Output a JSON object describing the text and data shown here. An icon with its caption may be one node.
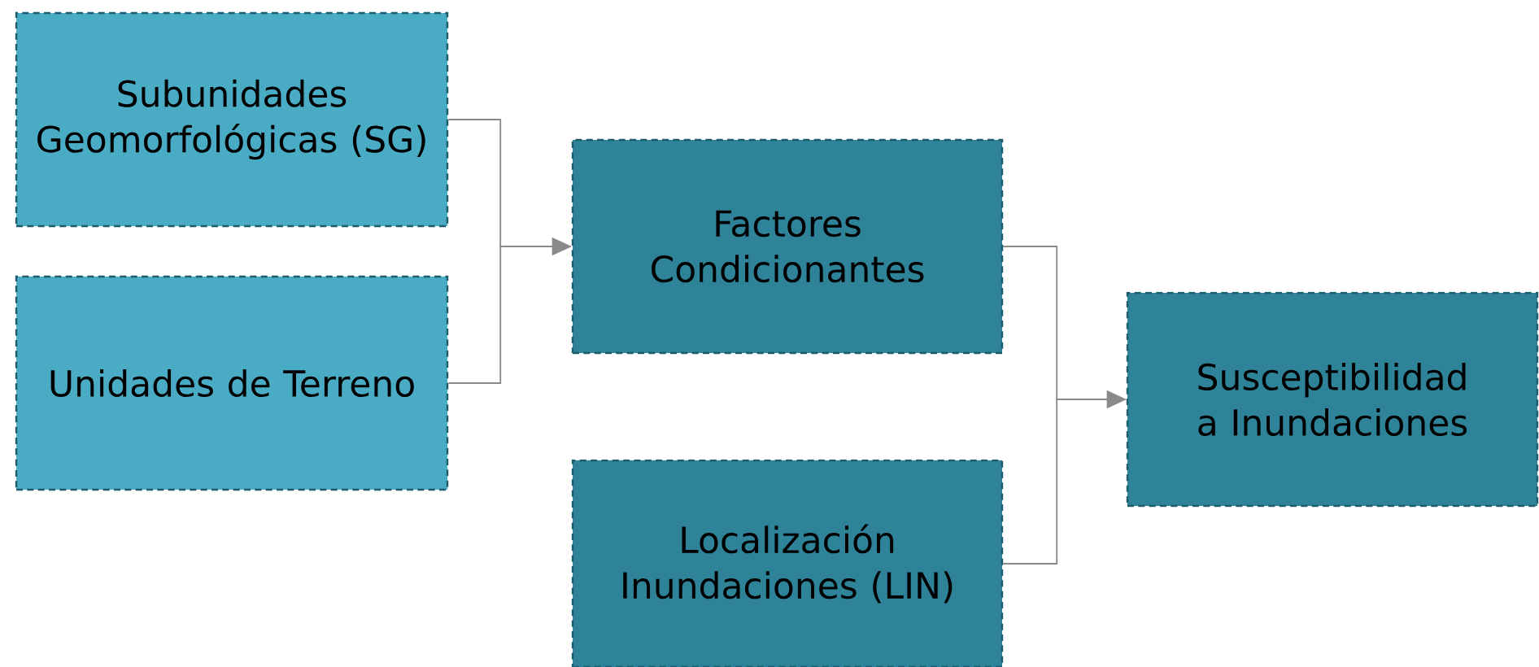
{
  "diagram": {
    "nodes": [
      {
        "text": [
          "Subunidades Geomorfológicas (SG)"
        ]
      },
      {
        "text": [
          "Unidades de Terreno"
        ]
      },
      {
        "text": [
          "Factores Condicionantes"
        ]
      },
      {
        "text": [
          "Localización Inundaciones (LIN)"
        ]
      },
      {
        "text": [
          "Susceptibilidad a Inundaciones"
        ]
      }
    ],
    "edges": [
      {
        "from": 0,
        "to": 2,
        "arrow": "to"
      },
      {
        "from": 1,
        "to": 2,
        "arrow": "to"
      },
      {
        "from": 2,
        "to": 4,
        "arrow": "to"
      },
      {
        "from": 3,
        "to": 4,
        "arrow": "to"
      }
    ]
  }
}
